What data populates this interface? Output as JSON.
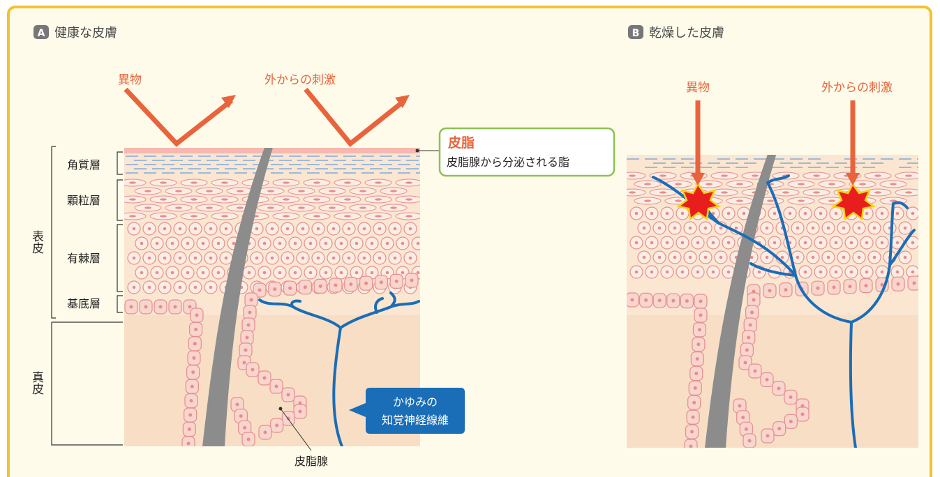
{
  "colors": {
    "frame_border": "#F1C232",
    "frame_bg": "#FEFBEA",
    "badge_bg": "#777777",
    "title": "#4A4A4A",
    "accent": "#E8643C",
    "nerve": "#1A6DB7",
    "callout_border": "#8CC152",
    "dermis": "#F8DEC4",
    "epidermis": "#FAE6D1",
    "cell_stroke": "#E58E8E",
    "cell_fill": "#F8D5CD",
    "hair": "#8C8C8C",
    "irritation_star": "#E81E1E",
    "irritation_outline": "#F5D313"
  },
  "panel_a": {
    "badge": "A",
    "title": "健康な皮膚",
    "foreign_label": "異物",
    "stimulus_label": "外からの刺激",
    "sebum_title": "皮脂",
    "sebum_desc": "皮脂腺から分泌される脂",
    "layers": {
      "stratum_corneum": "角質層",
      "stratum_granulosum": "顆粒層",
      "stratum_spinosum": "有棘層",
      "stratum_basale": "基底層"
    },
    "epidermis_label": "表皮",
    "dermis_label": "真皮",
    "nerve_callout_line1": "かゆみの",
    "nerve_callout_line2": "知覚神経線維",
    "gland_label": "皮脂腺"
  },
  "panel_b": {
    "badge": "B",
    "title": "乾燥した皮膚",
    "foreign_label": "異物",
    "stimulus_label": "外からの刺激"
  }
}
